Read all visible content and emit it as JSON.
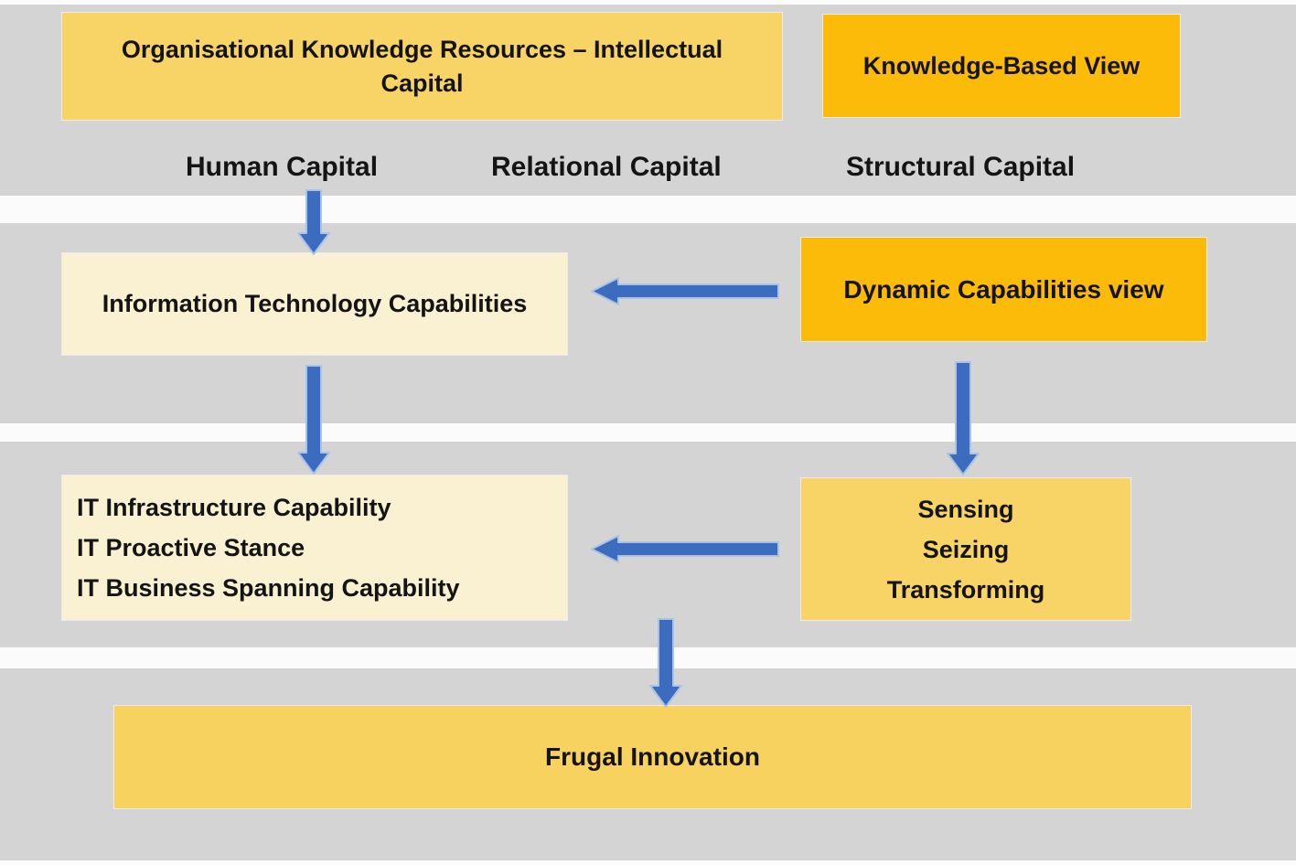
{
  "diagram": {
    "title_context": "Frugal innovation framework diagram",
    "boxes": {
      "org_knowledge": {
        "label": "Organisational Knowledge Resources – Intellectual Capital",
        "bg": "#f8d466"
      },
      "knowledge_based_view": {
        "label": "Knowledge-Based View",
        "bg": "#fbbb08"
      },
      "it_capabilities": {
        "label": "Information Technology Capabilities",
        "bg": "#faf0d2"
      },
      "dynamic_capabilities_view": {
        "label": "Dynamic Capabilities view",
        "bg": "#fbbb08"
      },
      "it_capability_list": {
        "bg": "#faf0d2",
        "lines": [
          "IT Infrastructure Capability",
          "IT Proactive Stance",
          "IT Business Spanning Capability"
        ]
      },
      "sensing_seizing_transforming": {
        "bg": "#f8d466",
        "lines": [
          "Sensing",
          "Seizing",
          "Transforming"
        ]
      },
      "frugal_innovation": {
        "label": "Frugal Innovation",
        "bg": "#f8d25f"
      }
    },
    "capital_labels": [
      {
        "label": "Human Capital"
      },
      {
        "label": "Relational Capital"
      },
      {
        "label": "Structural Capital"
      }
    ],
    "arrows": [
      {
        "name": "human-capital-to-it-capabilities",
        "direction": "down"
      },
      {
        "name": "dynamic-capabilities-to-it-capabilities",
        "direction": "left"
      },
      {
        "name": "it-capabilities-to-it-capability-list",
        "direction": "down"
      },
      {
        "name": "dynamic-capabilities-to-sensing",
        "direction": "down"
      },
      {
        "name": "sensing-to-it-capability-list",
        "direction": "left"
      },
      {
        "name": "to-frugal-innovation",
        "direction": "down"
      }
    ],
    "colors": {
      "band": "#d4d4d4",
      "gap": "#fbfbfb",
      "arrow": "#3b6cc0",
      "arrow_halo": "#aac2e4",
      "text": "#141414"
    }
  }
}
